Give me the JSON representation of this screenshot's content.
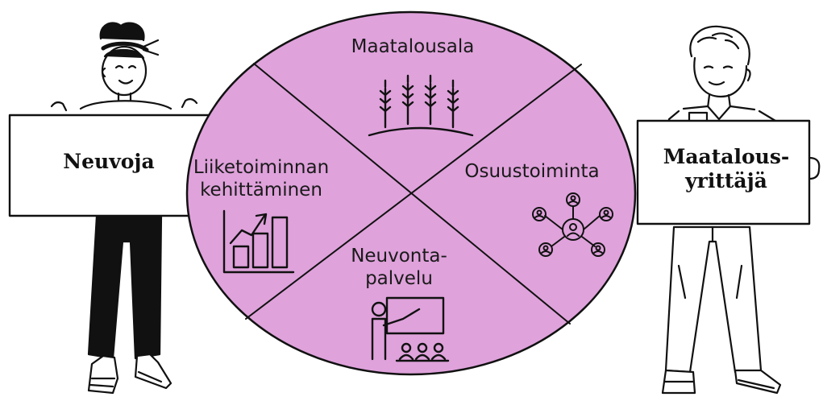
{
  "diagram": {
    "circle_color": "#dfa2db",
    "outline_color": "#111111",
    "sectors": [
      {
        "id": "top",
        "label": "Maatalousala",
        "icon": "wheat-icon"
      },
      {
        "id": "right",
        "label": "Osuustoiminta",
        "icon": "network-people-icon"
      },
      {
        "id": "bottom",
        "label_line1": "Neuvonta-",
        "label_line2": "palvelu",
        "icon": "teacher-presentation-icon"
      },
      {
        "id": "left",
        "label_line1": "Liiketoiminnan",
        "label_line2": "kehittäminen",
        "icon": "growth-chart-icon"
      }
    ]
  },
  "signs": {
    "left": {
      "text": "Neuvoja"
    },
    "right": {
      "line1": "Maatalous-",
      "line2": "yrittäjä"
    }
  },
  "people": [
    {
      "id": "advisor",
      "icon": "woman-holding-sign-icon"
    },
    {
      "id": "farmer",
      "icon": "man-holding-sign-icon"
    }
  ]
}
